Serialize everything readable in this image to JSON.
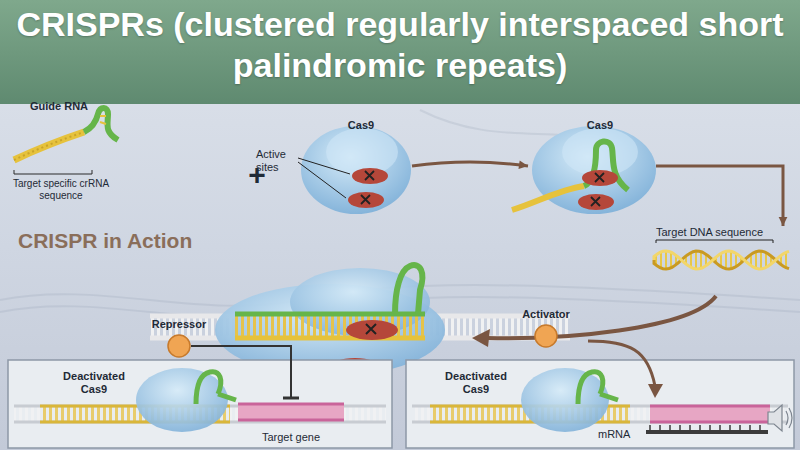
{
  "diagram": {
    "title": "CRISPRs (clustered regularly interspaced short palindromic repeats)",
    "nodes": [
      {
        "text": [
          "Cas9"
        ]
      },
      {
        "text": [
          "Cas9"
        ]
      },
      {
        "text": [
          "Target DNA sequence"
        ]
      },
      {
        "text": [
          "Repressor"
        ]
      },
      {
        "text": [
          "Target gene"
        ]
      },
      {
        "text": [
          "Activator"
        ]
      }
    ],
    "edges": [
      {
        "from": 0,
        "to": 1,
        "arrow": "to"
      },
      {
        "from": 1,
        "to": 2,
        "arrow": "to"
      },
      {
        "from": 3,
        "to": 4,
        "arrow": "to"
      }
    ],
    "labels": [
      "Guide RNA",
      "Target specific crRNA sequence",
      "Active sites",
      "+",
      "CRISPR in Action",
      "Deactivated Cas9",
      "Deactivated Cas9",
      "mRNA"
    ]
  }
}
